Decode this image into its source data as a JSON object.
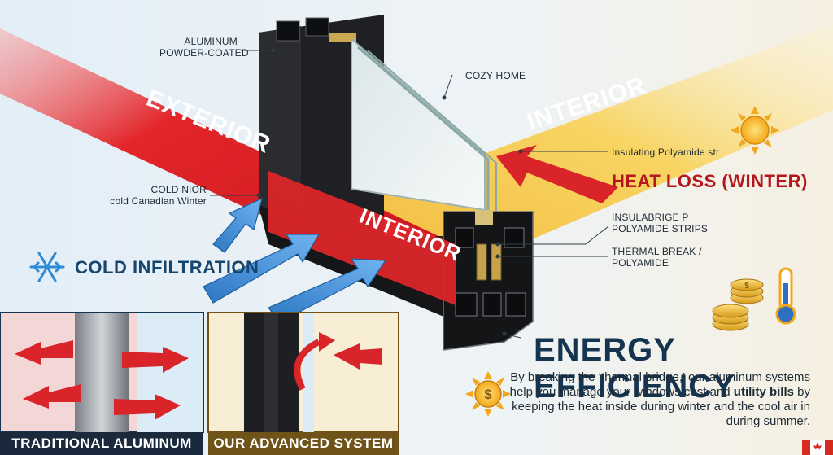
{
  "labels": {
    "aluminum_line1": "ALUMINUM",
    "aluminum_line2": "POWDER-COATED",
    "cozy_home": "COZY HOME",
    "exterior_band": "EXTERIOR",
    "interior_band_top": "INTERIOR",
    "interior_band_frame": "INTERIOR",
    "insulating_polyamide": "Insulating Polyamide str",
    "heat_loss": "HEAT LOSS (WINTER)",
    "cold_nior_line1": "COLD NIOR",
    "cold_nior_line2": "cold Canadian Winter",
    "insulabrige_line1": "INSULABRIGE P",
    "insulabrige_line2": "POLYAMIDE STRIPS",
    "thermal_break_line1": "THERMAL BREAK /",
    "thermal_break_line2": "POLYAMIDE",
    "cold_infiltration": "COLD INFILTRATION"
  },
  "panels": {
    "traditional_label": "TRADITIONAL ALUMINUM",
    "advanced_label": "OUR ADVANCED SYSTEM"
  },
  "energy": {
    "title": "ENERGY EFFICIENCY",
    "body_part1": "By breaking the ‘thermal bridge,’ our aluminum systems help you manage your windows cost and ",
    "body_bold": "utility bills",
    "body_part2": " by keeping the heat inside during winter and the cool air in during summer."
  },
  "icons": [
    "snowflake-icon",
    "sun-icon",
    "coin-stack-icon",
    "thermometer-icon",
    "dollar-sun-icon",
    "canada-flag-icon"
  ],
  "colors": {
    "exterior_red": "#e0262b",
    "interior_yellow": "#f7c83a",
    "cold_blue": "#3f8fd6",
    "frame_black": "#1b1c1f",
    "label_navy": "#15344f",
    "panel_left_bg": "#1a2a3c",
    "panel_right_bg": "#6f5318"
  }
}
